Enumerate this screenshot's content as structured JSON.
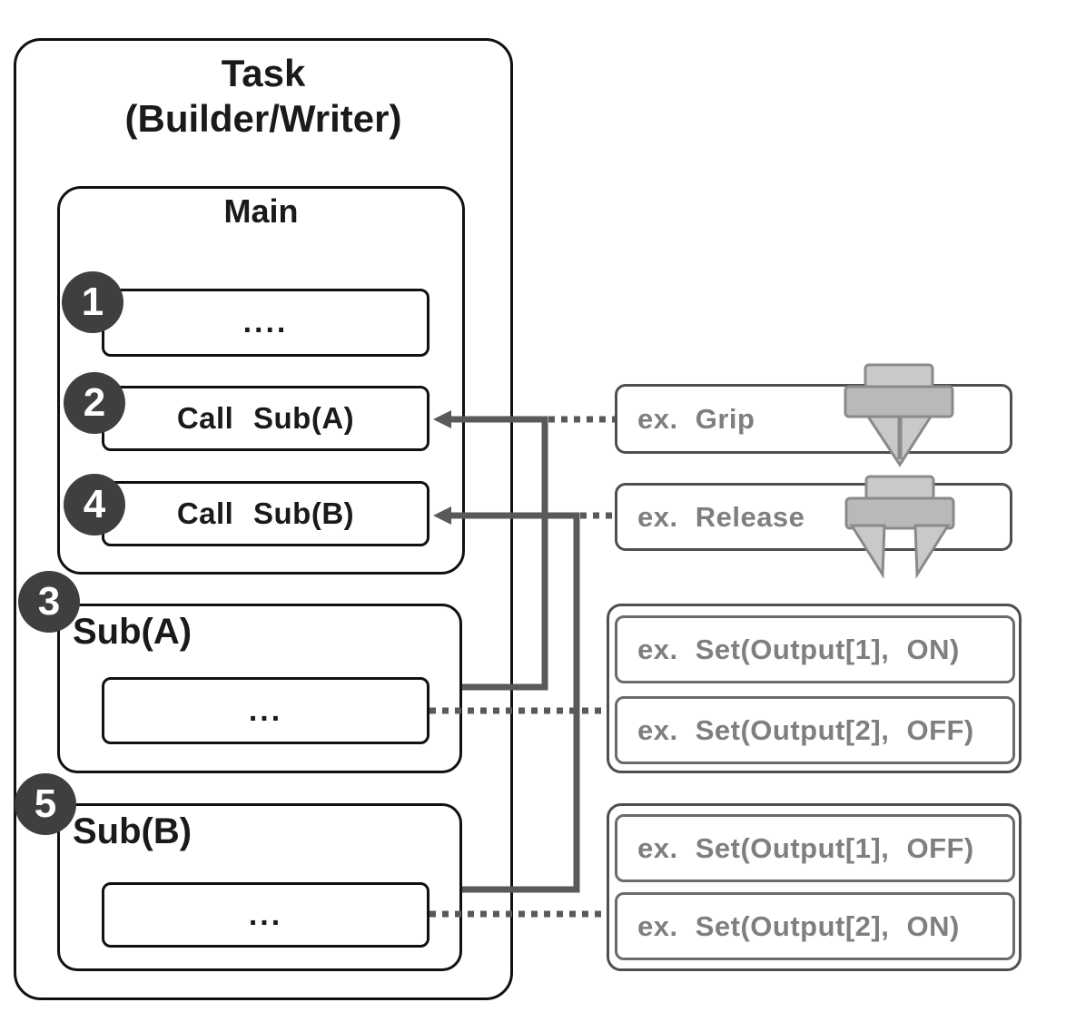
{
  "task": {
    "title_line1": "Task",
    "title_line2": "(Builder/Writer)",
    "main": {
      "title": "Main",
      "rows": [
        {
          "step": "1",
          "label": "...."
        },
        {
          "step": "2",
          "label": "Call Sub(A)"
        },
        {
          "step": "4",
          "label": "Call Sub(B)"
        }
      ]
    },
    "subroutines": [
      {
        "step": "3",
        "name": "Sub(A)",
        "body": "..."
      },
      {
        "step": "5",
        "name": "Sub(B)",
        "body": "..."
      }
    ]
  },
  "examples": {
    "grip": {
      "label": "ex. Grip",
      "icon": "gripper-closed-icon"
    },
    "release": {
      "label": "ex. Release",
      "icon": "gripper-open-icon"
    },
    "subA_group": {
      "items": [
        {
          "label": "ex. Set(Output[1], ON)"
        },
        {
          "label": "ex. Set(Output[2], OFF)"
        }
      ]
    },
    "subB_group": {
      "items": [
        {
          "label": "ex. Set(Output[1], OFF)"
        },
        {
          "label": "ex. Set(Output[2], ON)"
        }
      ]
    }
  },
  "colors": {
    "box_border_dark": "#111111",
    "example_border": "#4f4f4f",
    "example_inner_border": "#6b6b6b",
    "example_text": "#7f7f7f",
    "connector": "#595959",
    "step_circle": "#3f3f3f",
    "icon_fill_light": "#c9c9c9",
    "icon_fill_mid": "#b9b9b9",
    "icon_stroke": "#8a8a8a",
    "text_dark": "#1a1a1a"
  }
}
